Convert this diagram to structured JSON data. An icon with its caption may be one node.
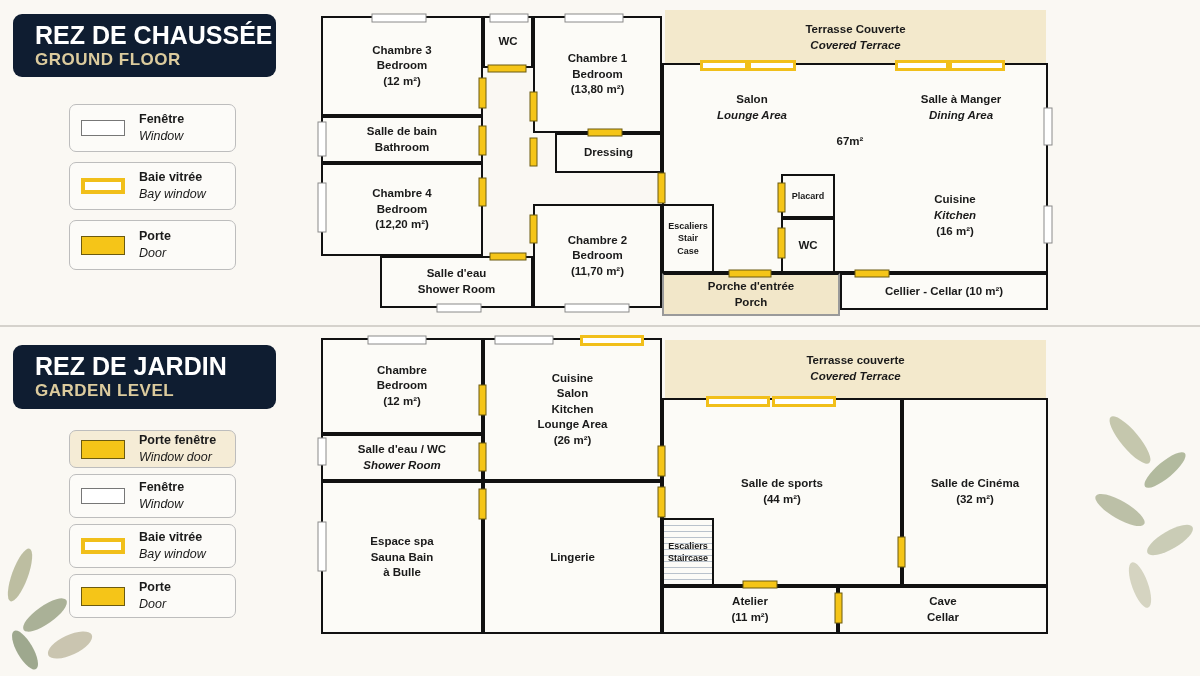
{
  "diagram": {
    "nodes": [
      {
        "text": [
          "REZ DE CHAUSSÉE",
          "GROUND FLOOR"
        ]
      },
      {
        "text": [
          "Chambre 3 Bedroom (12 m²)"
        ]
      },
      {
        "text": [
          "WC"
        ]
      },
      {
        "text": [
          "Chambre 1 Bedroom (13,80 m²)"
        ]
      },
      {
        "text": [
          "Terrasse Couverte",
          "Covered Terrace"
        ]
      },
      {
        "text": [
          "Salle de bain Bathroom"
        ]
      },
      {
        "text": [
          "Dressing"
        ]
      },
      {
        "text": [
          "Salon",
          "Lounge Area",
          "Salle à Manger",
          "Dining Area",
          "67m²",
          "Cuisine",
          "Kitchen",
          "(16 m²)"
        ]
      },
      {
        "text": [
          "Chambre 4 Bedroom (12,20 m²)"
        ]
      },
      {
        "text": [
          "Placard"
        ],
        "in": 7
      },
      {
        "text": [
          "WC"
        ],
        "in": 7
      },
      {
        "text": [
          "Escaliers Stair Case"
        ],
        "in": 7
      },
      {
        "text": [
          "Chambre 2 Bedroom (11,70 m²)"
        ]
      },
      {
        "text": [
          "Salle d'eau Shower Room"
        ]
      },
      {
        "text": [
          "Porche d'entrée Porch"
        ]
      },
      {
        "text": [
          "Cellier - Cellar (10 m²)"
        ]
      },
      {
        "text": [
          "REZ DE JARDIN",
          "GARDEN LEVEL"
        ]
      },
      {
        "text": [
          "Chambre Bedroom (12 m²)"
        ]
      },
      {
        "text": [
          "Cuisine Salon Kitchen Lounge Area (26 m²)"
        ]
      },
      {
        "text": [
          "Terrasse couverte",
          "Covered Terrace"
        ]
      },
      {
        "text": [
          "Salle d'eau / WC",
          "Shower Room"
        ]
      },
      {
        "text": [
          "Salle de sports (44 m²)"
        ]
      },
      {
        "text": [
          "Salle de Cinéma (32 m²)"
        ]
      },
      {
        "text": [
          "Espace spa Sauna Bain à Bulle"
        ]
      },
      {
        "text": [
          "Lingerie"
        ]
      },
      {
        "text": [
          "Escaliers Staircase"
        ],
        "in": 21
      },
      {
        "text": [
          "Atelier (11 m²)"
        ]
      },
      {
        "text": [
          "Cave Cellar"
        ]
      }
    ],
    "legend": [
      {
        "text": "**Fenêtre** *Window*"
      },
      {
        "text": "**Baie vitrée** *Bay window*"
      },
      {
        "text": "**Porte** *Door*",
        "color": "#f5c518"
      },
      {
        "text": "**Porte fenêtre** *Window door*",
        "color": "#f5c518"
      },
      {
        "text": "**Fenêtre** *Window*"
      },
      {
        "text": "**Baie vitrée** *Bay window*"
      },
      {
        "text": "**Porte** *Door*",
        "color": "#f5c518"
      }
    ]
  }
}
